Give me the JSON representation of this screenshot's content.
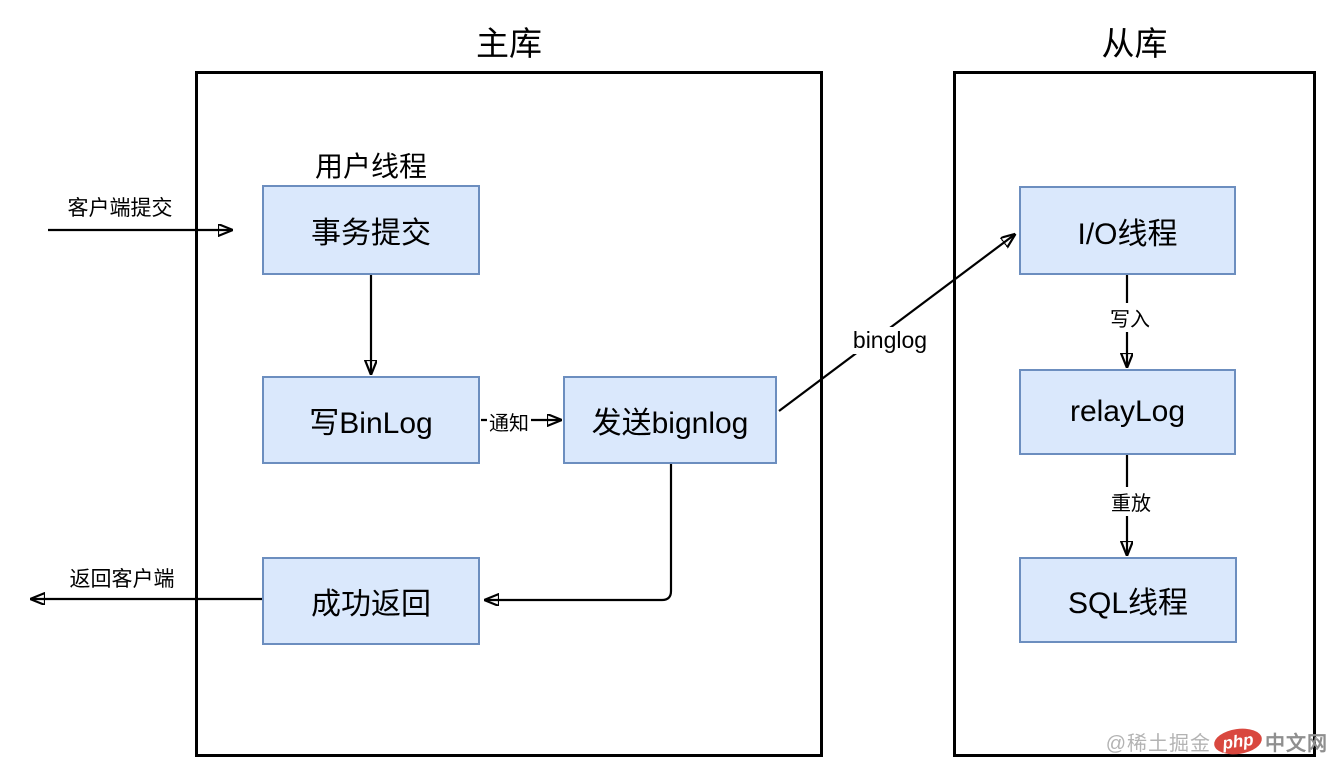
{
  "diagram": {
    "master": {
      "title": "主库",
      "thread_group_label": "用户线程",
      "nodes": {
        "commit": "事务提交",
        "write_binlog": "写BinLog",
        "send_binlog": "发送bignlog",
        "success_return": "成功返回"
      }
    },
    "slave": {
      "title": "从库",
      "nodes": {
        "io_thread": "I/O线程",
        "relay_log": "relayLog",
        "sql_thread": "SQL线程"
      }
    },
    "edge_labels": {
      "client_submit": "客户端提交",
      "notify": "通知",
      "binglog": "binglog",
      "write_in": "写入",
      "replay": "重放",
      "return_to_client": "返回客户端"
    },
    "colors": {
      "node_fill": "#dae8fc",
      "node_border": "#6c8ebf",
      "line": "#000000"
    }
  },
  "watermark": {
    "prefix": "@稀土掘金",
    "badge": "php",
    "suffix": "中文网",
    "badge_color": "#d9483f"
  }
}
